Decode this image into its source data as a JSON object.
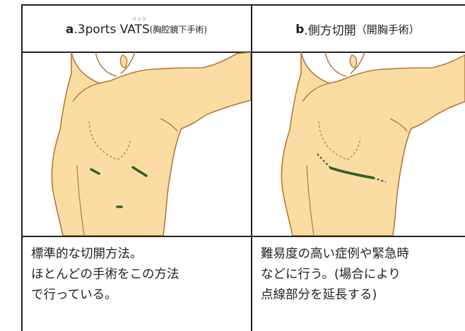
{
  "columns": [
    {
      "letter": "a",
      "title_main": ".3ports VATS",
      "title_sub": "(胸腔鏡下手術)",
      "ruby": "バッツ",
      "desc_lines": [
        "標準的な切開方法。",
        "ほとんどの手術をこの方法",
        "で行っている。"
      ]
    },
    {
      "letter": "b",
      "title_main": ".側方切開",
      "title_sub": "（開胸手術）",
      "desc_lines": [
        "難易度の高い症例や緊急時",
        "などに行う。(場合により",
        "点線部分を延長する)"
      ]
    }
  ],
  "colors": {
    "skin": "#FBDDA3",
    "outline": "#B8763A",
    "incision": "#2F5E2E",
    "border": "#222222"
  }
}
